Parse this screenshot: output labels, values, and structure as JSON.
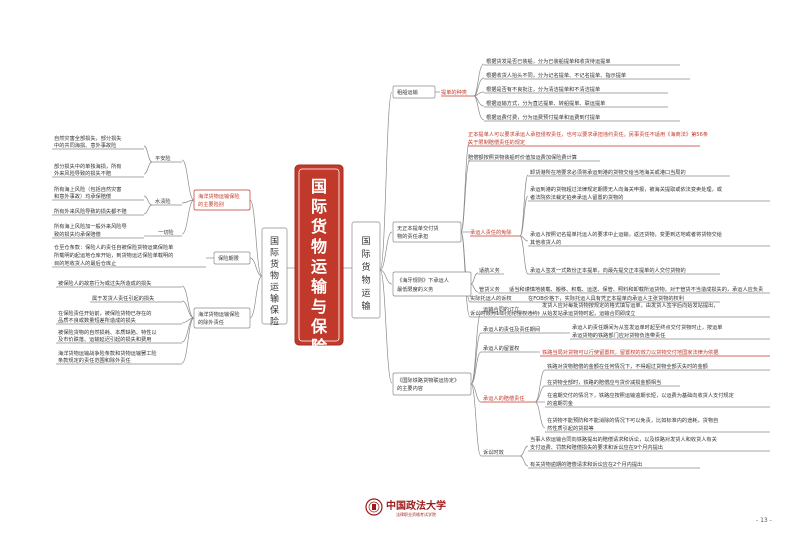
{
  "title": "国际货物运输与保险",
  "right_branch": "国际货物运输",
  "left_branch": "国际货物运输保险",
  "nodes": {
    "zuchuan": "租船运输",
    "tidan_types": "提单的种类",
    "tidan_items": [
      "根据货发是否已装船，分为已装船提单和收货待运提单",
      "根据收货人抬头不同，分为记名提单、不记名提单、指示提单",
      "根据是否有不良批注，分为清洁提单和不清洁提单",
      "根据运输方式，分为直达提单、转船提单、联运提单",
      "根据运费付费，分为运费预付提单和运费到付提单"
    ],
    "wuzheng_red1": "正本提单人可以要求承运人承担侵权责任，也可以要求承担违约责任。民事责任不适用《海商法》第56条",
    "wuzheng_red2": "关于限制赔偿责任的规定",
    "wuzheng_a": "赔偿额按照货物装船时价值加运费加保险费计算",
    "wuzheng": "无正本提单交付货",
    "wuzheng2": "物的责任承担",
    "chengyun_mianze": "承运人责任的免除",
    "mianze_items": [
      [
        "卸货港所在地要求必须将承运到港的货物交给当地海关或港口当局的"
      ],
      [
        "承运到港的货物超过法律规定期限无人向海关申报，被海关提取或依法变卖处理，或",
        "者法院依法裁定拍卖承运人留置的货物的"
      ],
      [
        "承运人按照记名提单托运人的要求中止运输，返还货物，变更到达地或者将货物交给",
        "其他收货人的"
      ],
      [
        "承运人签发一式数份正本提单，向最先提交正本提单的人交付货物的"
      ]
    ],
    "tuoyun_susong": "实际托运人的诉权",
    "tuoyun_susong_text": "在FOB价格下，实际托运人具有凭正本提单向承运人主张货物的权利",
    "susong_shixiao": "诉讼时效为1年(无论侵权违约)",
    "haiya": "《海牙规则》下承运人",
    "haiya2": "最低限度的义务",
    "shihang": "适航义务",
    "guanhuo": "管货义务",
    "guanhuo_text": "适当和谨慎地装载、搬移、积载、运送、保管、照料和卸载所运货物，对于管货不当造成损失的，承运人应负责",
    "tielu": "《国际铁路货物联运协定》",
    "tielu2": "的主要内容",
    "tl_hetong": "运输合同的订立",
    "tl_hetong_text": [
      "发货人应对每批货物按规定的格式填写运单，由发货人签字后向始发站提出，",
      "从始发站承运货物时起，运输合同即成立"
    ],
    "tl_zeren": "承运人的责任及责任期间",
    "tl_zeren_text": [
      "承运人的责任期间为从签发运单时起至终点交付货物时止，按运单",
      "承运货物的铁路部门应对货物负连带责任"
    ],
    "tl_liuzhi": "承运人的留置权",
    "tl_liuzhi_text": "铁路当局对货物可以行使留置权，留置权的效力以货物交付地国家法律为依据",
    "tl_peichang": "承运人的赔偿责任",
    "tl_peichang_items": [
      [
        "铁路对货物赔偿的金额在任何情况下，不得超过货物全部灭失时的金额"
      ],
      [
        "在货物全部时，铁路的赔偿应与货价减损金额相当"
      ],
      [
        "在逾期交付的情况下，铁路应按照运输逾期长短，以运费为基础向收货人支付规定",
        "的逾期罚金"
      ],
      [
        "在货物不能预防和不能消除的情况下可以免责，比如标准内的途耗，货物自",
        "然性质引起的货损等"
      ]
    ],
    "tl_susong": "诉讼时效",
    "tl_susong_a": [
      "当事人依运输合同向铁路提出的赔偿请求和诉讼，以及铁路对发货人和收货人有关",
      "支付运费、罚款和赔偿损失的要求和诉讼应在9个月内提出"
    ],
    "tl_susong_b": "有关货物逾期的赔偿请求和诉讼应在2个月内提出",
    "zhuyao_xian": "海洋货物运输保险",
    "zhuyao_xian2": "的主要险别",
    "pingan": "平安险",
    "pingan_items": [
      [
        "自然灾害全部损失，部分损失",
        "中的共同海损、意外事故险"
      ],
      [
        "部分损失中的单独海损，所有",
        "外来风险导致的损失不赔"
      ]
    ],
    "shuizi": "水渍险",
    "shuizi_items": [
      [
        "所有海上风险（包括自然灾害",
        "和意外事故）均承保赔偿"
      ],
      [
        "所有外来风险导致的损失都不赔"
      ]
    ],
    "yiqie": "一切险",
    "yiqie_text": [
      "所有海上风险加一般外来风险导",
      "致的损失均承保赔偿"
    ],
    "baoxian_qijian": "保险期限",
    "qijian_text": [
      "仓至仓条款：保险人的责任自被保险货物运离保险单",
      "所载明的起运地仓库开始，到货物运达保险单载明的",
      "目的地收货人的最后仓库止"
    ],
    "chuwai": "海洋货物运输保险",
    "chuwai2": "的除外责任",
    "chuwai_items": [
      [
        "被保险人的故意行为或过失所造成的损失"
      ],
      [
        "属于发货人责任引起的损失"
      ],
      [
        "在保险责任开始前，被保险货物已存在的",
        "品质不良或数量短差所造成的损失"
      ],
      [
        "被保险货物的自然损耗、本质缺陷、特性以",
        "及市价跌落、运输延迟引起的损失和费用"
      ],
      [
        "海洋货物运输战争险条款和货物运输罢工险",
        "条款规定的责任范围和除外责任"
      ]
    ],
    "logo_name": "中国政法大学",
    "logo_sub": "法律职业资格考试学院",
    "page": "- 13 -"
  }
}
